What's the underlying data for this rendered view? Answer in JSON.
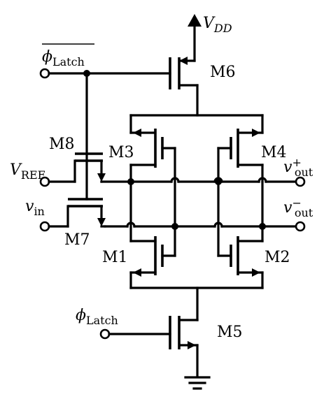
{
  "diagram": {
    "supply": {
      "main": "V",
      "sub": "DD"
    },
    "transistors": {
      "m1": "M1",
      "m2": "M2",
      "m3": "M3",
      "m4": "M4",
      "m5": "M5",
      "m6": "M6",
      "m7": "M7",
      "m8": "M8"
    },
    "inputs": {
      "latch_bar": {
        "main": "ϕ",
        "sub": "Latch"
      },
      "latch": {
        "main": "ϕ",
        "sub": "Latch"
      },
      "vref": {
        "main": "V",
        "sub": "REF"
      },
      "vin": {
        "main": "v",
        "sub": "in"
      }
    },
    "outputs": {
      "vout_pos": {
        "main": "v",
        "sub": "out",
        "sup": "+"
      },
      "vout_neg": {
        "main": "v",
        "sub": "out",
        "sup": "−"
      }
    }
  }
}
